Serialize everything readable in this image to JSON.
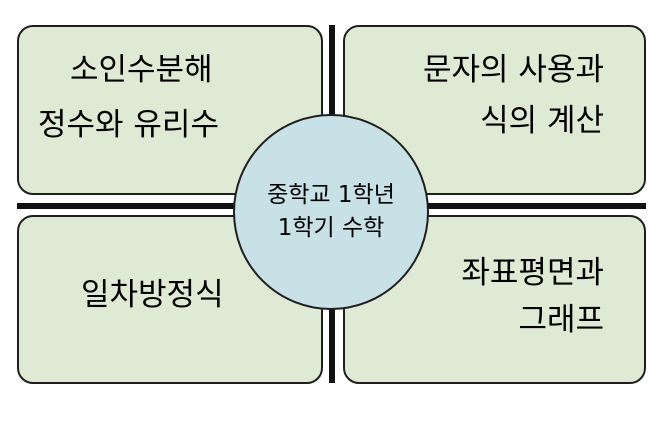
{
  "diagram": {
    "center": {
      "line1": "중학교 1학년",
      "line2": "1학기 수학"
    },
    "top_left": {
      "line1": "소인수분해",
      "line2": "정수와 유리수"
    },
    "top_right": {
      "line1": "문자의 사용과",
      "line2": "식의 계산"
    },
    "bottom_left": {
      "line1": "일차방정식"
    },
    "bottom_right": {
      "line1": "좌표평면과",
      "line2": "그래프"
    }
  }
}
